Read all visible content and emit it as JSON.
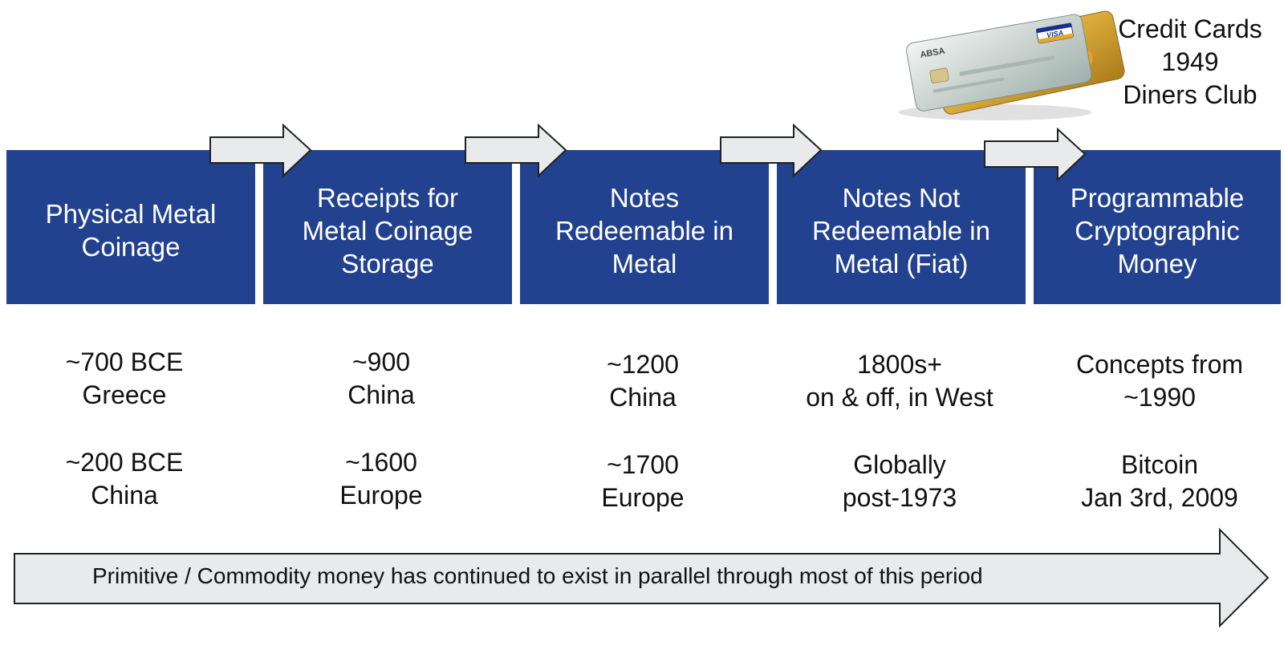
{
  "stages": [
    {
      "label": "Physical Metal\nCoinage",
      "first": [
        "~700 BCE",
        "Greece"
      ],
      "second": [
        "~200 BCE",
        "China"
      ]
    },
    {
      "label": "Receipts for\nMetal Coinage\nStorage",
      "first": [
        "~900",
        "China"
      ],
      "second": [
        "~1600",
        "Europe"
      ]
    },
    {
      "label": "Notes\nRedeemable in\nMetal",
      "first": [
        "~1200",
        "China"
      ],
      "second": [
        "~1700",
        "Europe"
      ]
    },
    {
      "label": "Notes Not\nRedeemable in\nMetal (Fiat)",
      "first": [
        "1800s+",
        "on & off, in West"
      ],
      "second": [
        "Globally",
        "post-1973"
      ]
    },
    {
      "label": "Programmable\nCryptographic\nMoney",
      "first": [
        "Concepts from",
        "~1990"
      ],
      "second": [
        "Bitcoin",
        "Jan 3rd, 2009"
      ]
    }
  ],
  "credit_cards": {
    "lines": [
      "Credit Cards",
      "1949",
      "Diners Club"
    ],
    "card_front_text": "ABSA",
    "card_brand_visa": "VISA"
  },
  "bottom_arrow": {
    "label": "Primitive / Commodity money has continued to exist in parallel through most of this period"
  },
  "colors": {
    "box_blue": "#22418e",
    "arrow_fill": "#e8eaeb",
    "arrow_stroke": "#222222",
    "text": "#111111"
  }
}
